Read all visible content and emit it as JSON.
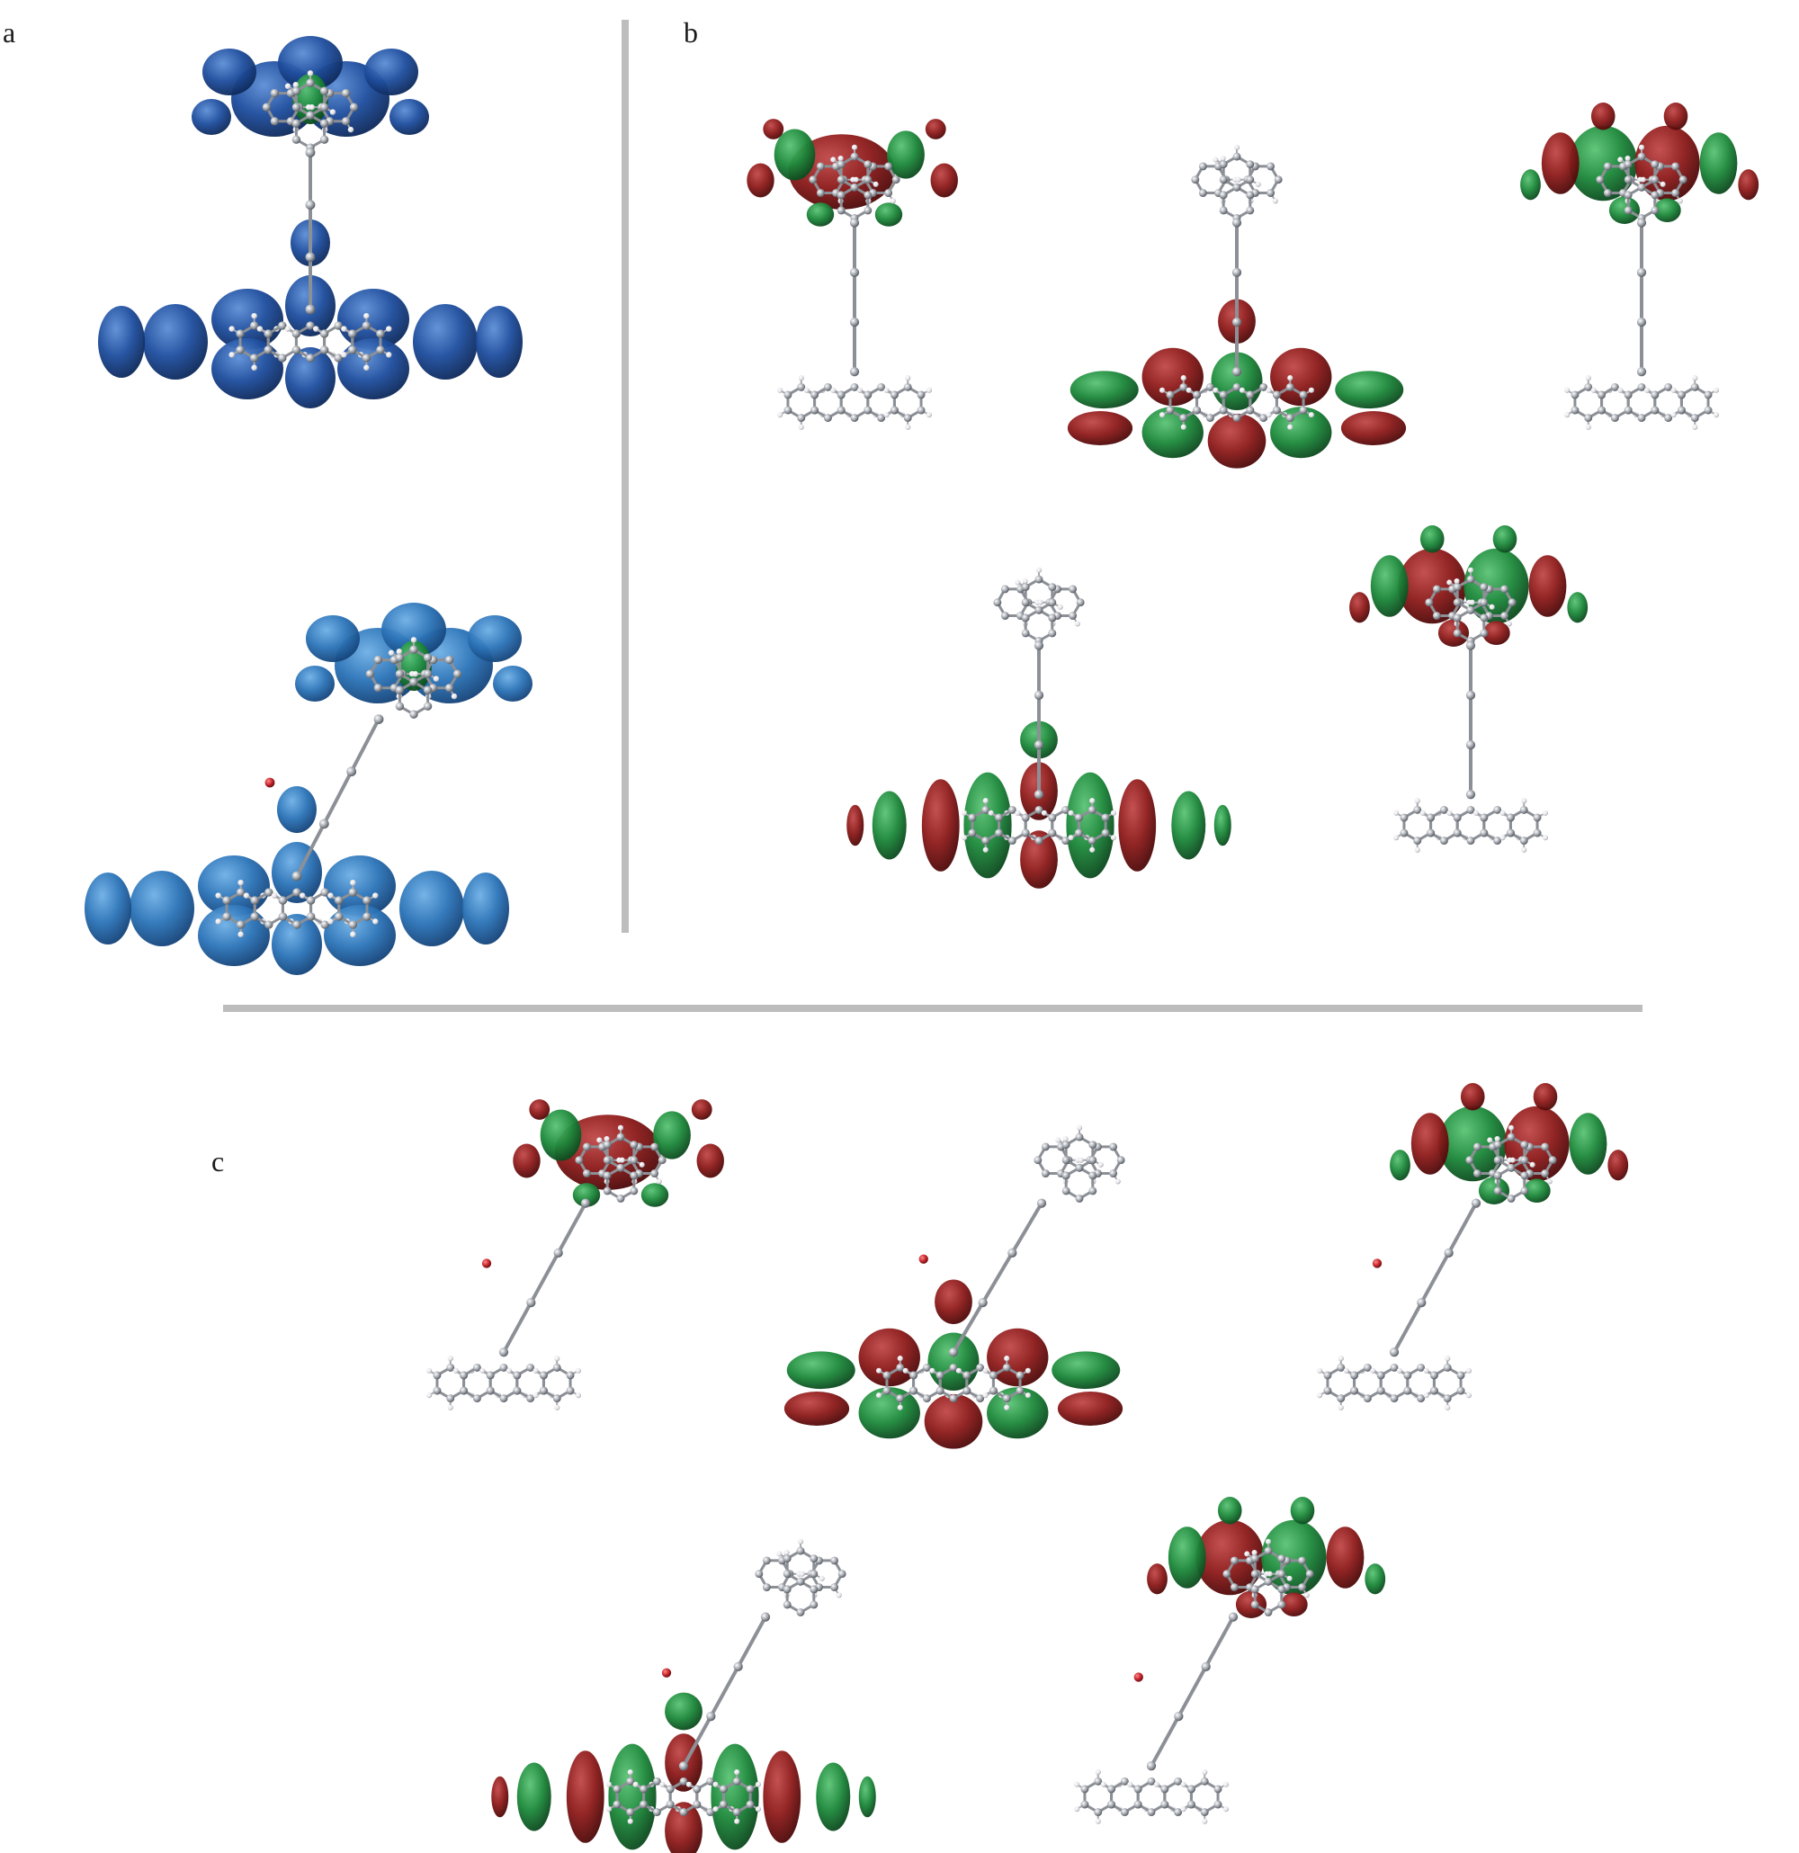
{
  "figure": {
    "panel_labels": {
      "a": "a",
      "b": "b",
      "c": "c"
    }
  },
  "colors": {
    "background": "#ffffff",
    "divider": "#bdbdbd",
    "atom_carbon": "#9a9ea6",
    "atom_hydrogen": "#e8e8ec",
    "bond": "#8c9096",
    "oxygen": "#c0272d",
    "density_blue": "#1f4e9e",
    "density_blue_light": "#2c74b8",
    "orbital_red": "#8e1c1c",
    "orbital_green": "#1e8a3c"
  }
}
